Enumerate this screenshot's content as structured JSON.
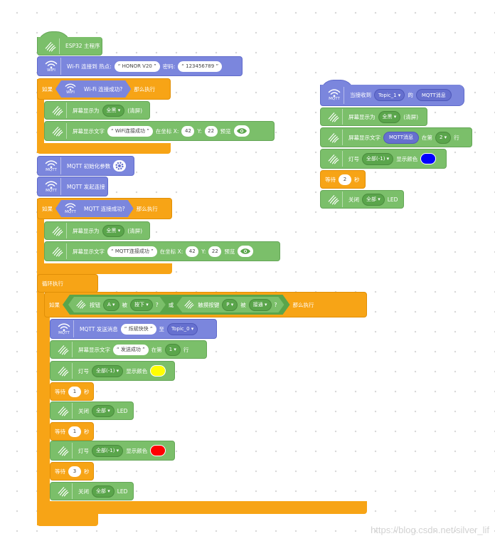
{
  "main": {
    "hat_label": "ESP32 主程序",
    "wifi_connect": {
      "label": "Wi-Fi 连接到 热点:",
      "ssid": "HONOR V20",
      "pwd_label": "密码:",
      "pwd": "123456789",
      "icon_label": "WIFI"
    },
    "if1": {
      "if_label": "如果",
      "cond": "Wi-Fi 连接成功?",
      "then_label": "那么执行",
      "icon_label": "WIFI"
    },
    "screen_fill1": {
      "label": "屏幕显示为",
      "value": "全黑",
      "suffix": "(清屏)"
    },
    "screen_text1": {
      "label": "屏幕显示文字",
      "text": "WiFi连接成功",
      "coord_label": "在坐标 X:",
      "x": "42",
      "y_label": "Y:",
      "y": "22",
      "preview": "预览"
    },
    "mqtt_init": {
      "label": "MQTT 初始化参数",
      "icon_label": "MQTT"
    },
    "mqtt_connect": {
      "label": "MQTT 发起连接",
      "icon_label": "MQTT"
    },
    "if2": {
      "if_label": "如果",
      "cond": "MQTT 连接成功?",
      "then_label": "那么执行",
      "icon_label": "MQTT"
    },
    "screen_fill2": {
      "label": "屏幕显示为",
      "value": "全黑",
      "suffix": "(清屏)"
    },
    "screen_text2": {
      "label": "屏幕显示文字",
      "text": "MQTT连接成功",
      "coord_label": "在坐标 X:",
      "x": "42",
      "y_label": "Y:",
      "y": "22",
      "preview": "预览"
    },
    "loop": {
      "label": "循环执行"
    },
    "if3": {
      "if_label": "如果",
      "btn_label": "按钮",
      "btn": "A",
      "pressed_label": "被",
      "pressed": "按下",
      "q": "?",
      "or": "或",
      "touch_label": "触摸按键",
      "touch": "P",
      "touch_by": "被",
      "touch_state": "接通",
      "then_label": "那么执行"
    },
    "mqtt_send": {
      "label": "MQTT 发送消息",
      "msg": "烁斌快快",
      "to": "至",
      "topic": "Topic_0",
      "icon_label": "MQTT"
    },
    "screen_line": {
      "label": "屏幕显示文字",
      "text": "发送成功",
      "at": "在第",
      "line": "1",
      "line_suffix": "行"
    },
    "led_yellow": {
      "label": "灯号",
      "value": "全部(-1)",
      "show": "显示颜色",
      "color": "#ffff00"
    },
    "wait1": {
      "label": "等待",
      "value": "1",
      "unit": "秒"
    },
    "led_off1": {
      "label": "关闭",
      "value": "全部",
      "suffix": "LED"
    },
    "wait2": {
      "label": "等待",
      "value": "1",
      "unit": "秒"
    },
    "led_red": {
      "label": "灯号",
      "value": "全部(-1)",
      "show": "显示颜色",
      "color": "#ff0000"
    },
    "wait3": {
      "label": "等待",
      "value": "3",
      "unit": "秒"
    },
    "led_off2": {
      "label": "关闭",
      "value": "全部",
      "suffix": "LED"
    }
  },
  "side": {
    "hat": {
      "label": "当接收到",
      "topic": "Topic_1",
      "de": "的",
      "msg": "MQTT消息",
      "icon_label": "MQTT"
    },
    "screen_fill": {
      "label": "屏幕显示为",
      "value": "全黑",
      "suffix": "(清屏)"
    },
    "screen_text": {
      "label": "屏幕显示文字",
      "msg": "MQTT消息",
      "at": "在第",
      "line": "2",
      "line_suffix": "行"
    },
    "led_blue": {
      "label": "灯号",
      "value": "全部(-1)",
      "show": "显示颜色",
      "color": "#0000ff"
    },
    "wait": {
      "label": "等待",
      "value": "2",
      "unit": "秒"
    },
    "led_off": {
      "label": "关闭",
      "value": "全部",
      "suffix": "LED"
    }
  },
  "watermark": "https://blog.csdn.net/silver_lif",
  "colors": {
    "looks": "#7bbf6a",
    "mqtt": "#7b86dd",
    "control": "#f7a416"
  }
}
